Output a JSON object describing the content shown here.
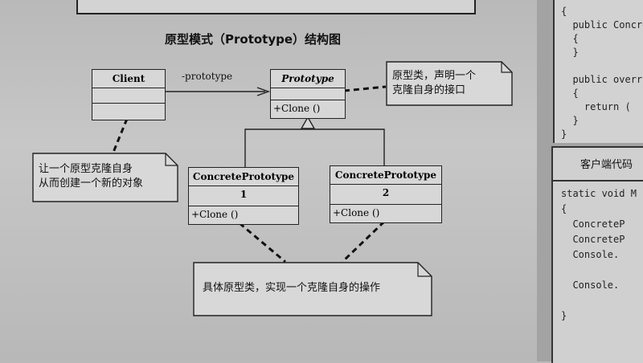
{
  "caption": "原型模式（Prototype）结构图",
  "classes": {
    "client": {
      "name": "Client"
    },
    "prototype": {
      "name": "Prototype",
      "method": "+Clone ()"
    },
    "concrete1": {
      "name": "ConcretePrototype 1",
      "method": "+Clone ()"
    },
    "concrete2": {
      "name": "ConcretePrototype 2",
      "method": "+Clone ()"
    }
  },
  "association_label": "-prototype",
  "notes": {
    "prototype_note": [
      "原型类，声明一个",
      "克隆自身的接口"
    ],
    "client_note": [
      "让一个原型克隆自身",
      "从而创建一个新的对象"
    ],
    "concrete_note": [
      "具体原型类，实现一个克隆自身的操作"
    ]
  },
  "right_code_top": [
    "{",
    "  public Concre",
    "  {",
    "  }",
    "",
    "  public overr",
    "  {",
    "    return (",
    "  }",
    "}"
  ],
  "right_section_title": "客户端代码",
  "right_code_bottom": [
    "static void M",
    "{",
    "  ConcreteP",
    "  ConcreteP",
    "  Console.",
    "",
    "  Console.",
    "",
    "}"
  ]
}
